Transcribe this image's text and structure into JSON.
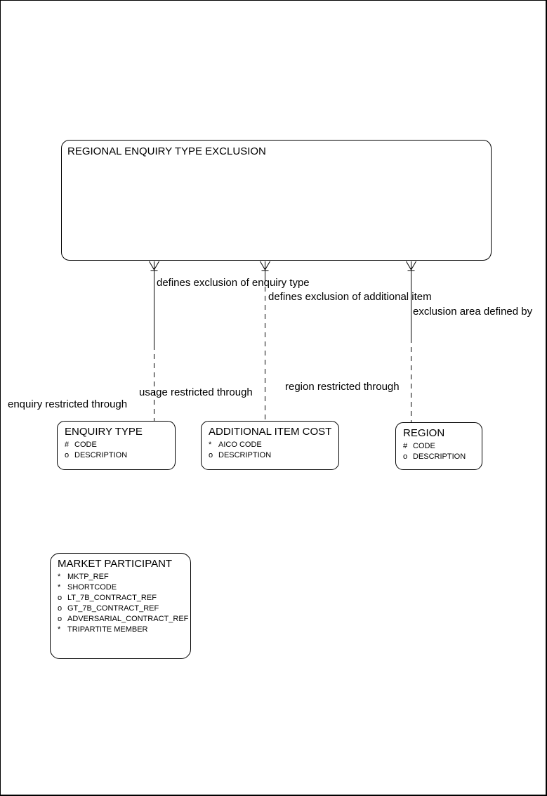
{
  "page": {
    "background_color": "#ffffff",
    "line_color": "#000000"
  },
  "diagram": {
    "type": "entity-relationship-diagram",
    "root_entity": {
      "name": "REGIONAL ENQUIRY TYPE EXCLUSION"
    },
    "relationships": [
      {
        "from": "REGIONAL ENQUIRY TYPE EXCLUSION",
        "to": "ENQUIRY TYPE",
        "top_label": "defines exclusion of enquiry type",
        "bottom_label": "enquiry restricted through"
      },
      {
        "from": "REGIONAL ENQUIRY TYPE EXCLUSION",
        "to": "ADDITIONAL ITEM COST",
        "top_label": "defines exclusion of additional item",
        "bottom_label": "usage restricted through"
      },
      {
        "from": "REGIONAL ENQUIRY TYPE EXCLUSION",
        "to": "REGION",
        "top_label": "exclusion area defined by",
        "bottom_label": "region restricted through"
      }
    ],
    "entities": [
      {
        "name": "ENQUIRY TYPE",
        "attributes": [
          {
            "prefix": "#",
            "name": "CODE"
          },
          {
            "prefix": "o",
            "name": "DESCRIPTION"
          }
        ]
      },
      {
        "name": "ADDITIONAL ITEM COST",
        "attributes": [
          {
            "prefix": "*",
            "name": "AICO CODE"
          },
          {
            "prefix": "o",
            "name": "DESCRIPTION"
          }
        ]
      },
      {
        "name": "REGION",
        "attributes": [
          {
            "prefix": "#",
            "name": "CODE"
          },
          {
            "prefix": "o",
            "name": "DESCRIPTION"
          }
        ]
      },
      {
        "name": "MARKET PARTICIPANT",
        "attributes": [
          {
            "prefix": "*",
            "name": "MKTP_REF"
          },
          {
            "prefix": "*",
            "name": "SHORTCODE"
          },
          {
            "prefix": "o",
            "name": "LT_7B_CONTRACT_REF"
          },
          {
            "prefix": "o",
            "name": "GT_7B_CONTRACT_REF"
          },
          {
            "prefix": "o",
            "name": "ADVERSARIAL_CONTRACT_REF"
          },
          {
            "prefix": "*",
            "name": "TRIPARTITE MEMBER"
          }
        ]
      }
    ]
  }
}
